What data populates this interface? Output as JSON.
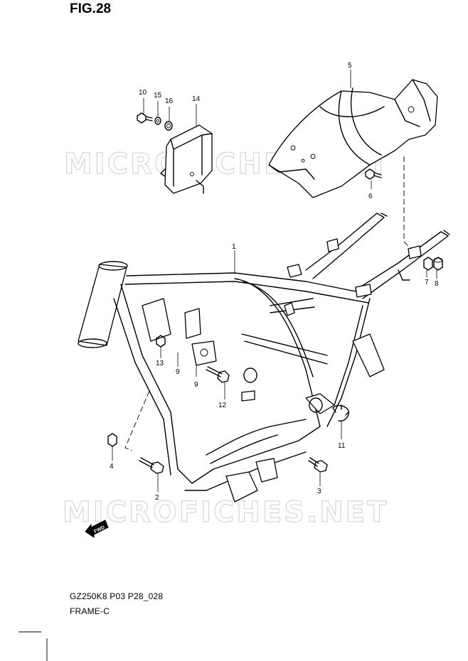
{
  "figure": {
    "title": "FIG.28",
    "model_code": "GZ250K8 P03 P28_028",
    "section_name": "FRAME-C"
  },
  "watermark": {
    "text": "MICROFICHES.NET"
  },
  "direction_arrow": {
    "label": "FWD"
  },
  "callouts": [
    {
      "id": "1",
      "label": "1"
    },
    {
      "id": "2",
      "label": "2"
    },
    {
      "id": "3",
      "label": "3"
    },
    {
      "id": "4",
      "label": "4"
    },
    {
      "id": "5",
      "label": "5"
    },
    {
      "id": "6",
      "label": "6"
    },
    {
      "id": "7",
      "label": "7"
    },
    {
      "id": "8",
      "label": "8"
    },
    {
      "id": "9a",
      "label": "9"
    },
    {
      "id": "9b",
      "label": "9"
    },
    {
      "id": "10",
      "label": "10"
    },
    {
      "id": "11",
      "label": "11"
    },
    {
      "id": "12",
      "label": "12"
    },
    {
      "id": "13",
      "label": "13"
    },
    {
      "id": "14",
      "label": "14"
    },
    {
      "id": "15",
      "label": "15"
    },
    {
      "id": "16",
      "label": "16"
    }
  ]
}
